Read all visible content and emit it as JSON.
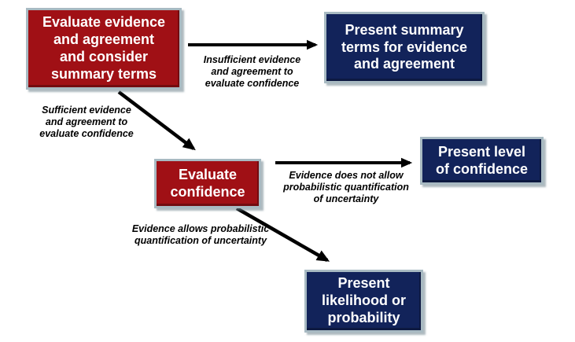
{
  "page": {
    "background": "#ffffff"
  },
  "colors": {
    "process_box_fill": "#a01015",
    "output_box_fill": "#12235a",
    "box_border": "#a8bac2",
    "box_text": "#ffffff",
    "arrow": "#000000",
    "label_text": "#000000"
  },
  "boxes": [
    {
      "id": "evaluate-evidence-agreement",
      "kind": "process",
      "label": "Evaluate evidence\nand agreement\nand consider\nsummary terms"
    },
    {
      "id": "present-summary-terms",
      "kind": "output",
      "label": "Present summary\nterms for evidence\nand agreement"
    },
    {
      "id": "evaluate-confidence",
      "kind": "process",
      "label": "Evaluate\nconfidence"
    },
    {
      "id": "present-level-of-confidence",
      "kind": "output",
      "label": "Present level\nof confidence"
    },
    {
      "id": "present-likelihood",
      "kind": "output",
      "label": "Present\nlikelihood or\nprobability"
    }
  ],
  "arrow_labels": [
    {
      "id": "insufficient-evidence",
      "text": "Insufficient evidence\nand agreement to\nevaluate confidence"
    },
    {
      "id": "sufficient-evidence",
      "text": "Sufficient evidence\nand agreement to\nevaluate confidence"
    },
    {
      "id": "no-probabilistic-quant",
      "text": "Evidence does not allow\nprobabilistic quantification\nof uncertainty"
    },
    {
      "id": "probabilistic-quant",
      "text": "Evidence allows probabilistic\nquantification of uncertainty"
    }
  ]
}
